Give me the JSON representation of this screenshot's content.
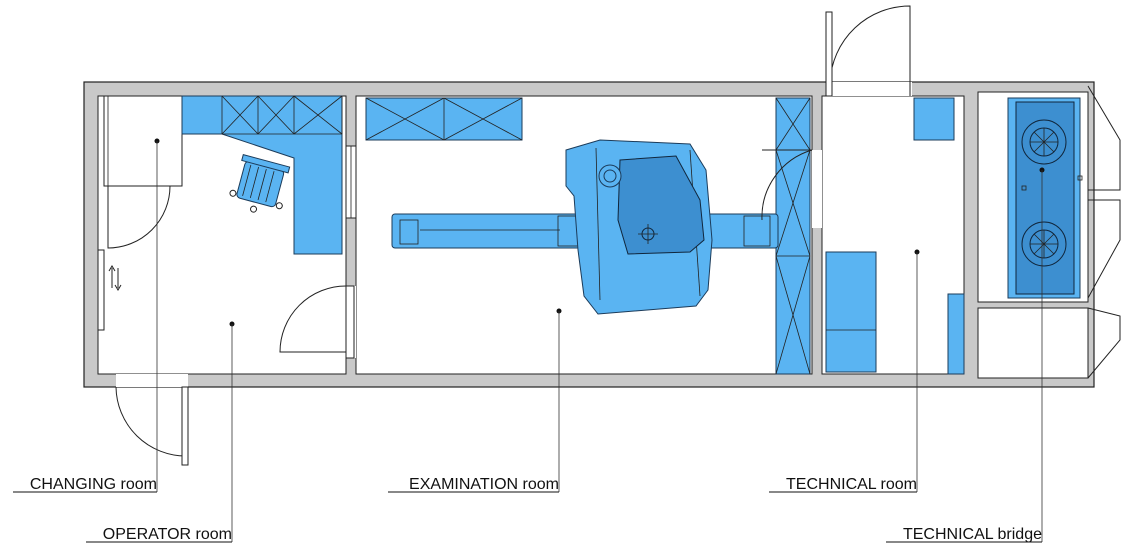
{
  "labels": {
    "changing": "CHANGING room",
    "operator": "OPERATOR room",
    "examination": "EXAMINATION room",
    "technical": "TECHNICAL room",
    "bridge": "TECHNICAL bridge"
  },
  "colors": {
    "equipment": "#5ab4f2",
    "equipment_dark": "#3d8fd0",
    "walls": "#c9c9c9"
  }
}
